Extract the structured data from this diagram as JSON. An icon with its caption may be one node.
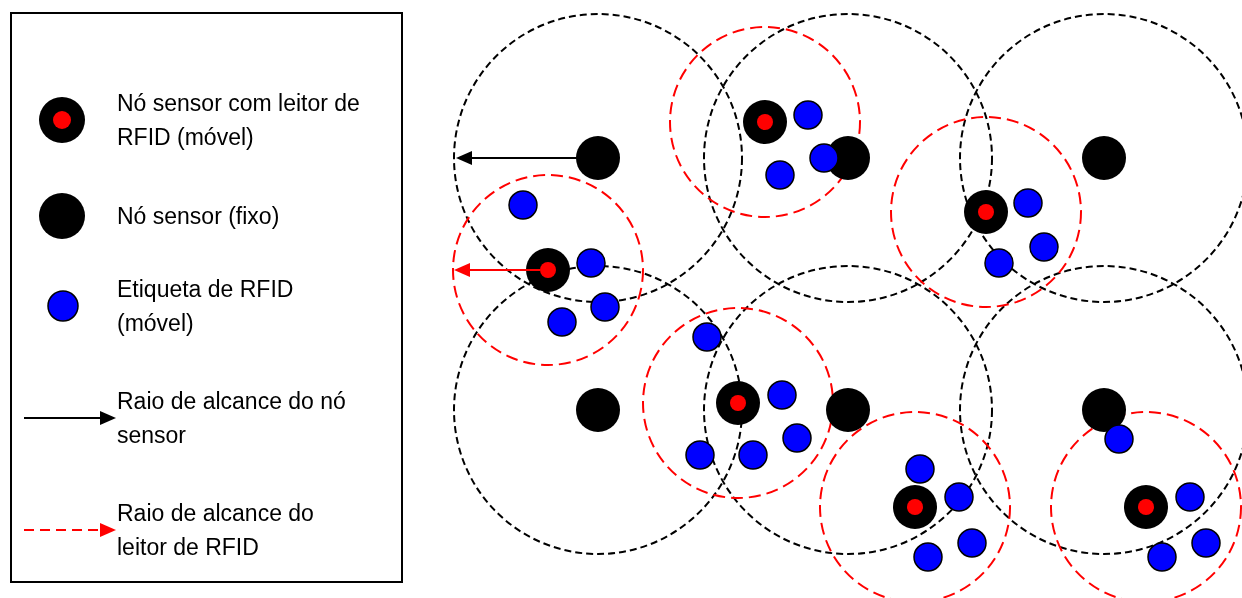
{
  "diagram": {
    "legend": [
      {
        "text": "Nó sensor com leitor de RFID (móvel)"
      },
      {
        "text": "Nó sensor (fixo)"
      },
      {
        "text": "Etiqueta de RFID (móvel)"
      },
      {
        "text": "Raio de alcance do nó sensor"
      },
      {
        "text": "Raio de alcance do leitor de RFID"
      }
    ]
  }
}
